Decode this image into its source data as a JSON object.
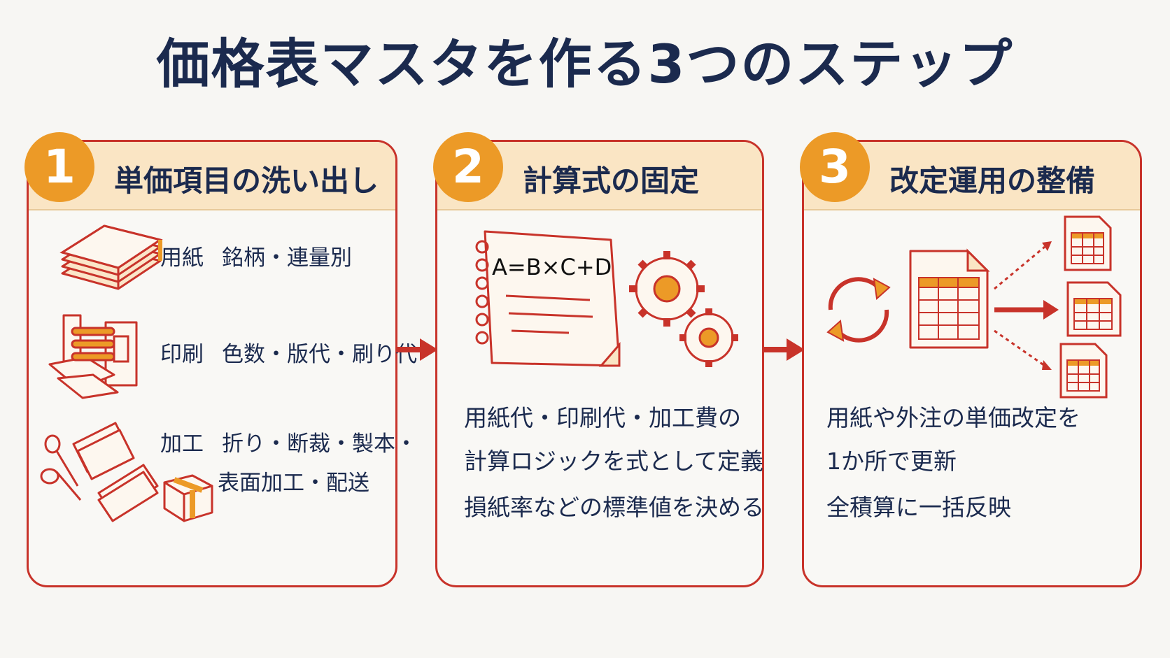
{
  "title": "価格表マスタを作る3つのステップ",
  "steps": [
    {
      "number": "1",
      "label": "単価項目の洗い出し",
      "rows": [
        {
          "key": "用紙",
          "value": "銘柄・連量別",
          "icon": "paper-stack-icon"
        },
        {
          "key": "印刷",
          "value": "色数・版代・刷り代",
          "icon": "printing-press-icon"
        },
        {
          "key": "加工",
          "value": "折り・断裁・製本・",
          "value2": "表面加工・配送",
          "icon": "finishing-tools-icon"
        }
      ]
    },
    {
      "number": "2",
      "label": "計算式の固定",
      "formula": "A=B×C+D",
      "lines": [
        "用紙代・印刷代・加工費の",
        "計算ロジックを式として定義",
        "損紙率などの標準値を決める"
      ]
    },
    {
      "number": "3",
      "label": "改定運用の整備",
      "lines": [
        "用紙や外注の単価改定を",
        "1か所で更新",
        "全積算に一括反映"
      ]
    }
  ],
  "colors": {
    "accent_red": "#c8332a",
    "accent_orange": "#ec9a27",
    "header_fill": "#fae5c4",
    "text_navy": "#1b2a4e"
  }
}
